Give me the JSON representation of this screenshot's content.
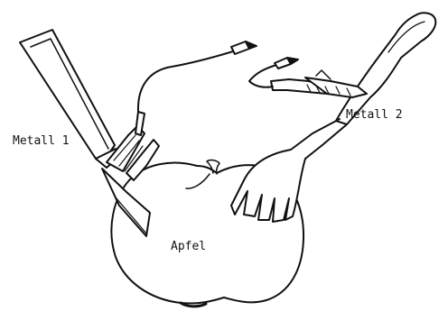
{
  "labels": {
    "metal_1": "Metall 1",
    "metal_2": "Metall 2",
    "apple": "Apfel"
  },
  "colors": {
    "ink": "#111111",
    "paper": "#ffffff"
  },
  "icons": [
    "knife-icon",
    "fork-icon",
    "alligator-clip-icon",
    "probe-tip-icon",
    "apple-icon"
  ]
}
